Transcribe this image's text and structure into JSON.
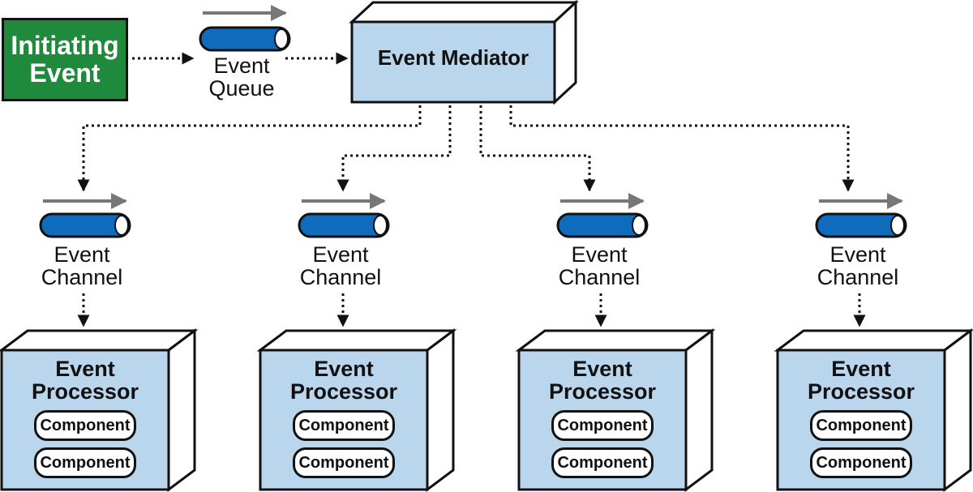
{
  "initiating_event": {
    "label": "Initiating\nEvent"
  },
  "event_queue": {
    "label": "Event\nQueue"
  },
  "mediator": {
    "label": "Event Mediator"
  },
  "channels": [
    {
      "label": "Event\nChannel"
    },
    {
      "label": "Event\nChannel"
    },
    {
      "label": "Event\nChannel"
    },
    {
      "label": "Event\nChannel"
    }
  ],
  "processors": [
    {
      "label": "Event\nProcessor",
      "components": [
        "Component",
        "Component"
      ]
    },
    {
      "label": "Event\nProcessor",
      "components": [
        "Component",
        "Component"
      ]
    },
    {
      "label": "Event\nProcessor",
      "components": [
        "Component",
        "Component"
      ]
    },
    {
      "label": "Event\nProcessor",
      "components": [
        "Component",
        "Component"
      ]
    }
  ],
  "colors": {
    "initiating_fill": "#1f8a3c",
    "box_fill": "#b9d6ec",
    "queue_fill": "#0f6cbd",
    "flow_arrow": "#777777"
  }
}
